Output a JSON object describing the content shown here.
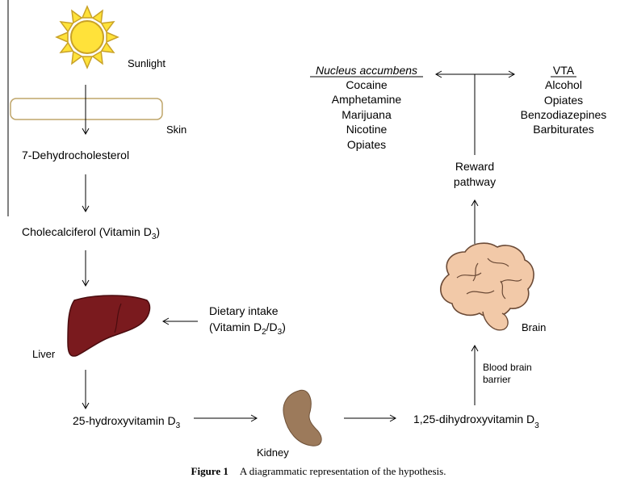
{
  "labels": {
    "sunlight": "Sunlight",
    "skin": "Skin",
    "dehydro": "7-Dehydrocholesterol",
    "chole_main": "Cholecalciferol (Vitamin D",
    "chole_sub": "3",
    "chole_end": ")",
    "liver": "Liver",
    "dietary_line1": "Dietary intake",
    "dietary_line2_a": "(Vitamin D",
    "dietary_line2_sub1": "2",
    "dietary_line2_b": "/D",
    "dietary_line2_sub2": "3",
    "dietary_line2_c": ")",
    "hydroxy_main": "25-hydroxyvitamin D",
    "hydroxy_sub": "3",
    "kidney": "Kidney",
    "dihydroxy_main": "1,25-dihydroxyvitamin D",
    "dihydroxy_sub": "3",
    "bbb_line1": "Blood brain",
    "bbb_line2": "barrier",
    "brain": "Brain",
    "reward_line1": "Reward",
    "reward_line2": "pathway"
  },
  "nucleus": {
    "title": "Nucleus accumbens",
    "items": [
      "Cocaine",
      "Amphetamine",
      "Marijuana",
      "Nicotine",
      "Opiates"
    ]
  },
  "vta": {
    "title": "VTA",
    "items": [
      "Alcohol",
      "Opiates",
      "Benzodiazepines",
      "Barbiturates"
    ]
  },
  "caption": {
    "label": "Figure 1",
    "text": "A diagrammatic representation of the hypothesis."
  },
  "colors": {
    "sun_fill": "#FFE23A",
    "sun_stroke": "#C9A227",
    "liver_fill": "#7A1A1E",
    "kidney_fill": "#9C7A5B",
    "brain_fill": "#F2C9A8",
    "skin_stroke": "#BFA56A"
  }
}
